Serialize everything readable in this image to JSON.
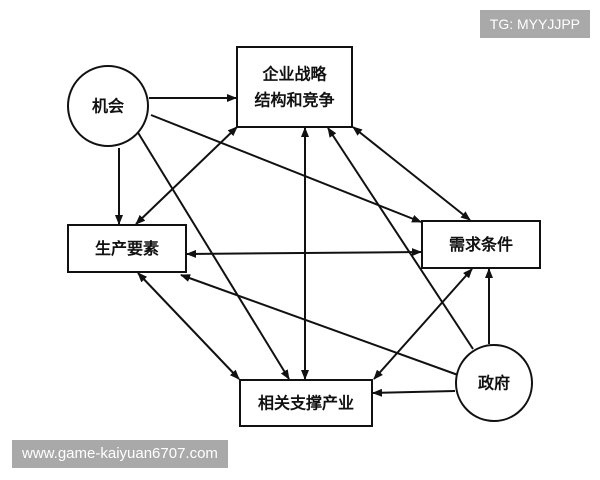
{
  "nodes": {
    "strategy": {
      "lines": [
        "企业战略",
        "结构和竞争"
      ]
    },
    "opportunity": {
      "lines": [
        "机会"
      ]
    },
    "factor": {
      "lines": [
        "生产要素"
      ]
    },
    "demand": {
      "lines": [
        "需求条件"
      ]
    },
    "related": {
      "lines": [
        "相关支撑产业"
      ]
    },
    "government": {
      "lines": [
        "政府"
      ]
    }
  },
  "edges": [
    {
      "from": "opportunity",
      "to": "strategy",
      "type": "one-way"
    },
    {
      "from": "opportunity",
      "to": "factor",
      "type": "one-way"
    },
    {
      "from": "opportunity",
      "to": "demand",
      "type": "one-way"
    },
    {
      "from": "opportunity",
      "to": "related",
      "type": "one-way"
    },
    {
      "from": "government",
      "to": "strategy",
      "type": "one-way"
    },
    {
      "from": "government",
      "to": "demand",
      "type": "one-way"
    },
    {
      "from": "government",
      "to": "factor",
      "type": "one-way"
    },
    {
      "from": "government",
      "to": "related",
      "type": "one-way"
    },
    {
      "from": "strategy",
      "to": "factor",
      "type": "two-way"
    },
    {
      "from": "strategy",
      "to": "demand",
      "type": "two-way"
    },
    {
      "from": "strategy",
      "to": "related",
      "type": "two-way"
    },
    {
      "from": "factor",
      "to": "demand",
      "type": "two-way"
    },
    {
      "from": "factor",
      "to": "related",
      "type": "two-way"
    },
    {
      "from": "demand",
      "to": "related",
      "type": "two-way"
    }
  ],
  "watermarks": {
    "top": "TG: MYYJJPP",
    "bottom": "www.game-kaiyuan6707.com"
  }
}
